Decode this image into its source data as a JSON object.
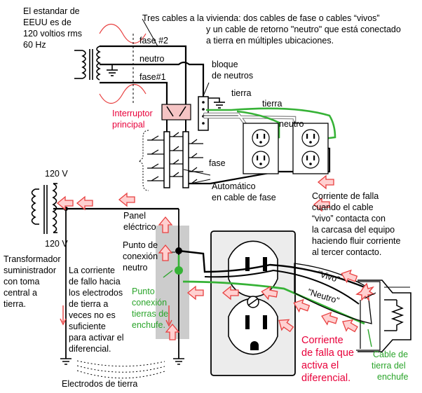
{
  "labels": {
    "std_l1": "El estandar de",
    "std_l2": "EEUU es de",
    "std_l3": "120 voltios rms",
    "std_l4": "60 Hz",
    "three_l1": "Tres cables a la vivienda:  dos cables de fase o cables “vivos”",
    "three_l2": "y un cable de retorno \"neutro\" que está conectado",
    "three_l3": "a tierra en múltiples ubicaciones.",
    "fase2": "fase #2",
    "neutro_top": "neutro",
    "fase1": "fase#1",
    "bloque_l1": "bloque",
    "bloque_l2": "de neutros",
    "tierra_small": "tierra",
    "tierra_wire": "tierra",
    "neutro_wire": "neutro",
    "interruptor_l1": "Interruptor",
    "interruptor_l2": "principal",
    "fase_wire": "fase",
    "automatico_l1": "Automático",
    "automatico_l2": "en cable de fase",
    "v120_top": "120 V",
    "v120_bottom": "120 V",
    "panel_l1": "Panel",
    "panel_l2": "eléctrico",
    "punto_l1": "Punto de",
    "punto_l2": "conexión",
    "punto_l3": "neutro",
    "falla_l1": "Corriente de falla",
    "falla_l2": "cuando el cable",
    "falla_l3": "“vivo” contacta con",
    "falla_l4": "la carcasa del equipo",
    "falla_l5": "haciendo fluir corriente",
    "falla_l6": "al tercer  contacto.",
    "transf_l1": "Transformador",
    "transf_l2": "suministrador",
    "transf_l3": "con toma",
    "transf_l4": "central a",
    "transf_l5": "tierra.",
    "fallo_l1": "La corriente",
    "fallo_l2": "de fallo hacia",
    "fallo_l3": "los electrodos",
    "fallo_l4": "de tierra a",
    "fallo_l5": "veces no es",
    "fallo_l6": "suficiente",
    "fallo_l7": "para activar el",
    "fallo_l8": "diferencial.",
    "pct_l1": "Punto",
    "pct_l2": "conexión",
    "pct_l3": "tierras de",
    "pct_l4": "enchufe.",
    "vivo": "“Vivo”",
    "neutro_plug": "\"Neutro\"",
    "activa_l1": "Corriente",
    "activa_l2": "de falla que",
    "activa_l3": "activa el",
    "activa_l4": "diferencial.",
    "cable_l1": "Cable de",
    "cable_l2": "tierra del",
    "cable_l3": "enchufe",
    "electrodos": "Electrodos de tierra"
  },
  "colors": {
    "wire": "#000000",
    "ground_wire": "#36b236",
    "fault_text": "#e8003a",
    "arrow_fill": "#ffd0d0",
    "arrow_stroke": "#e84040",
    "breaker_fill": "#f5c4c4",
    "panel_fill": "#cccccc",
    "outlet_fill": "#ececec"
  }
}
